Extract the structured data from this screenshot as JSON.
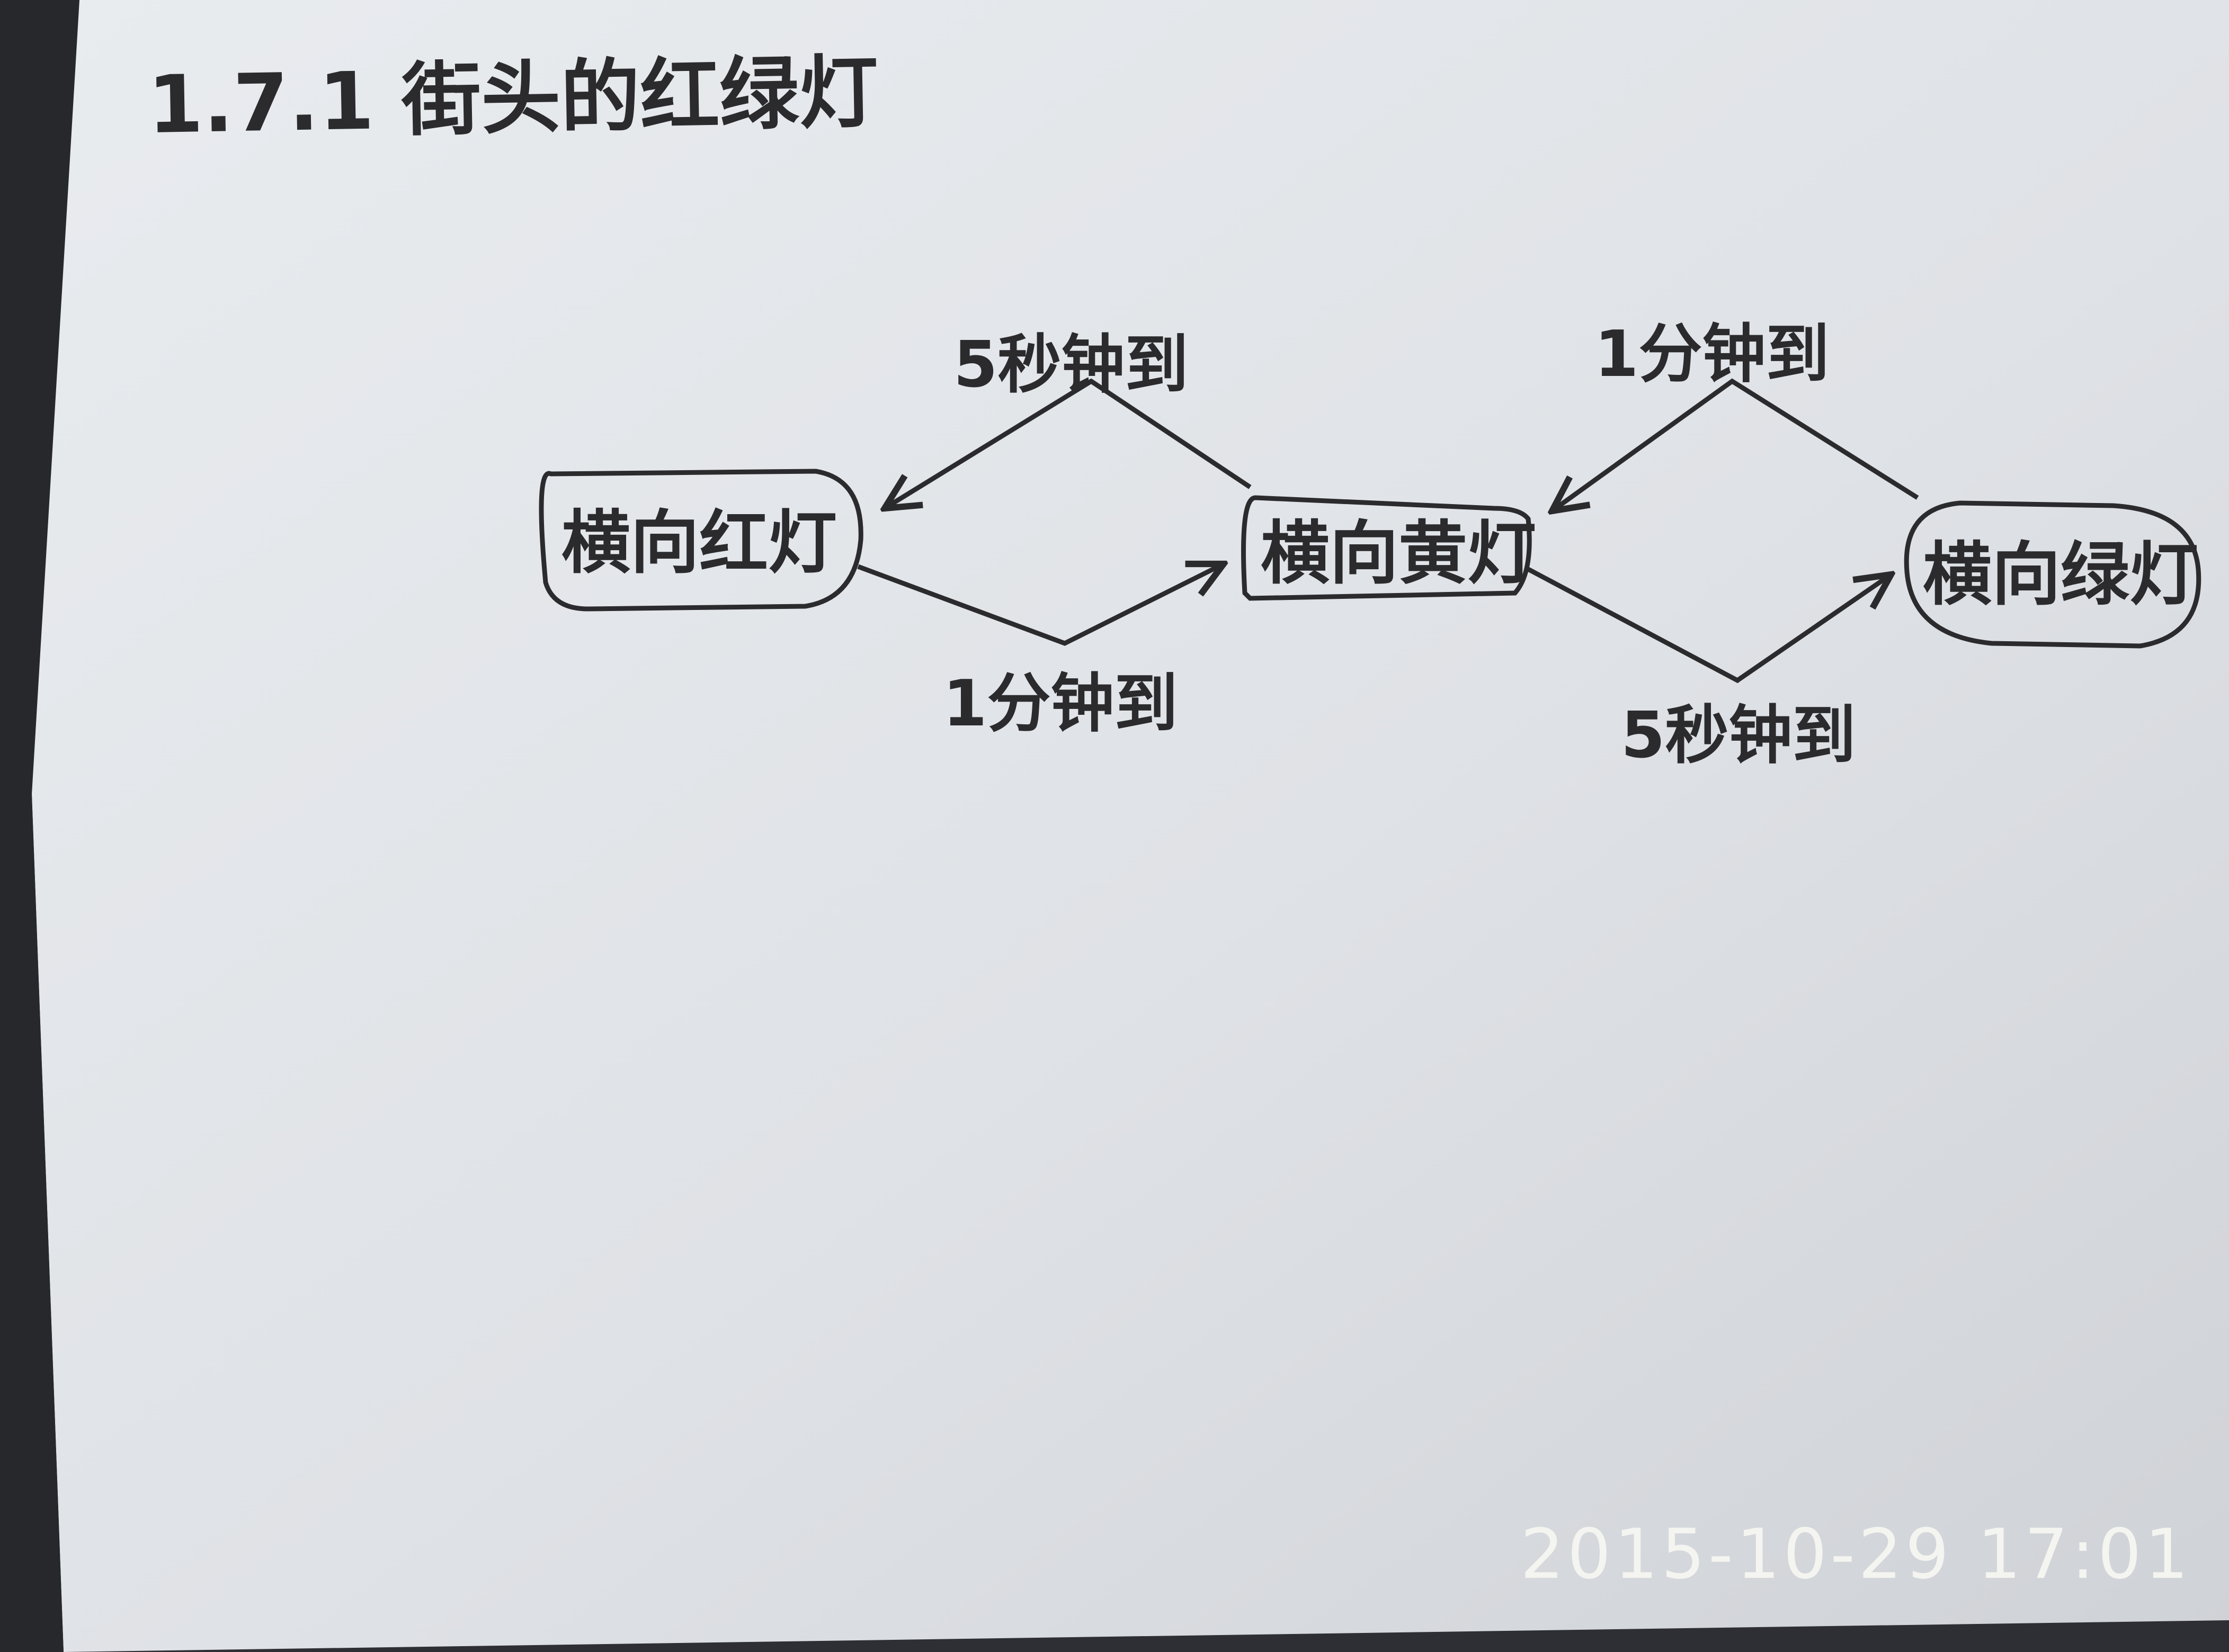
{
  "title": "1.7.1 街头的红绿灯",
  "states": [
    {
      "id": "red",
      "label": "横向红灯"
    },
    {
      "id": "yellow",
      "label": "横向黄灯"
    },
    {
      "id": "green",
      "label": "横向绿灯"
    }
  ],
  "transitions": [
    {
      "from": "yellow",
      "to": "red",
      "label": "5秒钟到"
    },
    {
      "from": "red",
      "to": "yellow",
      "label": "1分钟到"
    },
    {
      "from": "green",
      "to": "yellow",
      "label": "1分钟到"
    },
    {
      "from": "yellow",
      "to": "green",
      "label": "5秒钟到"
    }
  ],
  "timestamp": "2015-10-29 17:01",
  "colors": {
    "ink": "#2b2b2e",
    "paper": "#e3e6ea",
    "background": "#2d2f34",
    "stamp": "#f4f4f0"
  }
}
